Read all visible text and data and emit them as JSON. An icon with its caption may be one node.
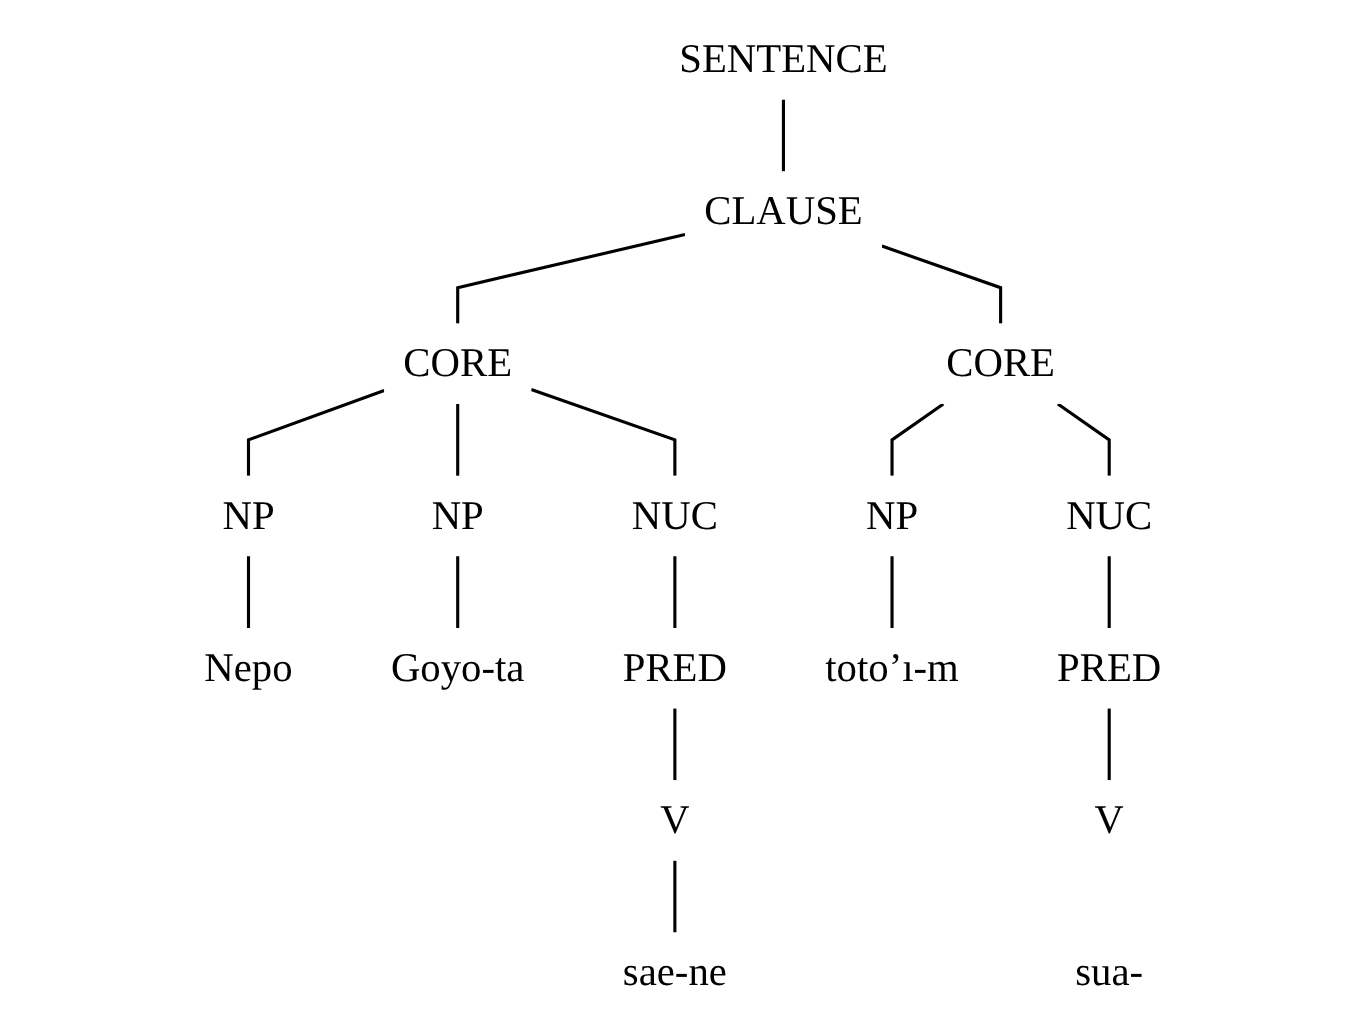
{
  "diagram": {
    "nodes": [
      {
        "text": [
          "SENTENCE"
        ]
      },
      {
        "text": [
          "CLAUSE"
        ]
      },
      {
        "text": [
          "CORE"
        ]
      },
      {
        "text": [
          "NP"
        ]
      },
      {
        "text": [
          "NP"
        ]
      },
      {
        "text": [
          "CORE"
        ]
      },
      {
        "text": [
          "NUC"
        ]
      },
      {
        "text": [
          "NP"
        ]
      },
      {
        "text": [
          "NUC"
        ]
      },
      {
        "text": [
          "PRED"
        ]
      },
      {
        "text": [
          "PRED"
        ]
      },
      {
        "text": [
          "V"
        ]
      },
      {
        "text": [
          "V"
        ]
      },
      {
        "text": [
          "Nepo"
        ]
      },
      {
        "text": [
          "Goyo-ta"
        ]
      },
      {
        "text": [
          "toto’ı-m"
        ]
      },
      {
        "text": [
          "sua-"
        ]
      },
      {
        "text": [
          "sae-ne"
        ]
      }
    ],
    "edges": [
      {
        "from": 0,
        "to": 1,
        "arrow": "none"
      },
      {
        "from": 1,
        "to": 2,
        "arrow": "none"
      },
      {
        "from": 1,
        "to": 5,
        "arrow": "none"
      },
      {
        "from": 2,
        "to": 3,
        "arrow": "none"
      },
      {
        "from": 2,
        "to": 4,
        "arrow": "none"
      },
      {
        "from": 2,
        "to": 6,
        "arrow": "none"
      },
      {
        "from": 5,
        "to": 7,
        "arrow": "none"
      },
      {
        "from": 5,
        "to": 8,
        "arrow": "none"
      },
      {
        "from": 8,
        "to": 9,
        "arrow": "none"
      },
      {
        "from": 6,
        "to": 10,
        "arrow": "none"
      },
      {
        "from": 9,
        "to": 11,
        "arrow": "none"
      },
      {
        "from": 10,
        "to": 12,
        "arrow": "none"
      },
      {
        "from": 3,
        "to": 13,
        "arrow": "none"
      },
      {
        "from": 4,
        "to": 14,
        "arrow": "none"
      },
      {
        "from": 7,
        "to": 15,
        "arrow": "none"
      },
      {
        "from": 12,
        "to": 17,
        "arrow": "none"
      }
    ]
  }
}
